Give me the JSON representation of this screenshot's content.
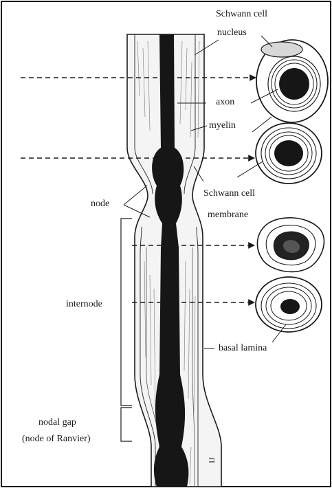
{
  "figure": {
    "labels": {
      "schwann_cell_top": "Schwann cell",
      "nucleus": "nucleus",
      "axon": "axon",
      "myelin": "myelin",
      "node": "node",
      "schwann_cell_mid": "Schwann cell",
      "membrane": "membrane",
      "internode": "internode",
      "basal_lamina": "basal lamina",
      "nodal_gap": "nodal gap",
      "node_of_ranvier": "(node of Ranvier)",
      "artist_signature": "IJ"
    },
    "colors": {
      "ink": "#1a1a1a",
      "axon": "#161616",
      "background": "#ffffff"
    }
  }
}
